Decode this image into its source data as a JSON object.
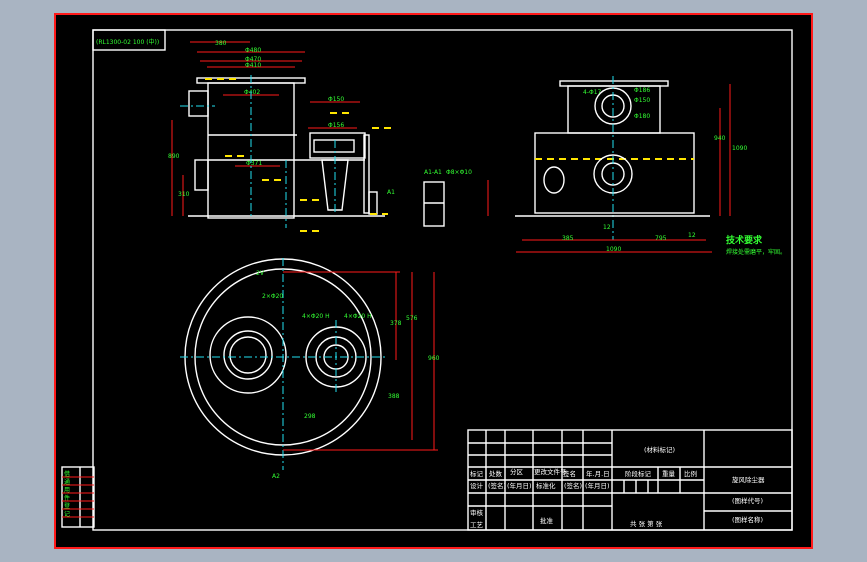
{
  "drawing": {
    "label_top_left": "(RL1300-02 100 (中))",
    "colors": {
      "background": "#000000",
      "frame": "#ffffff",
      "dimension": "#ff1a1a",
      "text": "#33ff33",
      "centerline": "#22e0f0",
      "hidden_line": "#ffe600"
    },
    "front_view_dims": [
      "380",
      "Φ480",
      "Φ470",
      "Φ410",
      "Φ402",
      "Φ150",
      "Φ156",
      "Φ371",
      "890",
      "310",
      "A1"
    ],
    "side_section_label": "A1-A1",
    "side_section_dim": "Φ8×Φ10",
    "right_view_dims": [
      "4-Φ17",
      "Φ186",
      "Φ150",
      "Φ180",
      "1090",
      "940",
      "385",
      "795",
      "12",
      "12",
      "1090"
    ],
    "top_view_dims": [
      "2V",
      "2×Φ20",
      "4×Φ20 H",
      "4×Φ20 H",
      "378",
      "576",
      "960",
      "388",
      "298",
      "A2"
    ],
    "tech_req_title": "技术要求",
    "tech_req_text": "焊接处需磨平，牢固。"
  },
  "title_block": {
    "material": "(材料标记)",
    "unit_name": "旋风除尘器",
    "drawing_name": "(图样名称)",
    "drawing_code": "(图样代号)",
    "row_labels": [
      "标记",
      "处数",
      "分区",
      "更改文件号",
      "签名",
      "年.月.日"
    ],
    "design_labels": [
      "设计",
      "(签名)",
      "(年月日)",
      "标准化",
      "(签名)",
      "(年月日)"
    ],
    "stage": "阶段标记",
    "weight": "重量",
    "scale": "比例",
    "review": "审核",
    "process": "工艺",
    "approve": "批准",
    "sheets": "共 张 第 张"
  },
  "side_table": [
    "借",
    "通",
    "用",
    "件",
    "登",
    "记"
  ]
}
